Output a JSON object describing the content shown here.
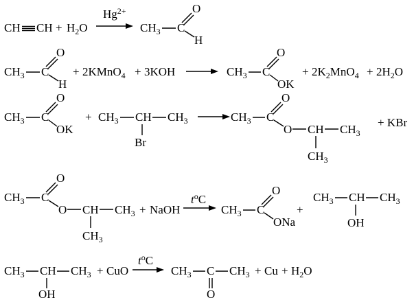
{
  "reactions": [
    {
      "r1": "CH",
      "r2": "CH",
      "plus1": "+",
      "r3": "H",
      "r3s": "2",
      "r3b": "O",
      "cat": "Hg",
      "catsup": "2+",
      "p1": "CH",
      "p1s": "3",
      "p1c": "C",
      "p1o": "O",
      "p1h": "H"
    },
    {
      "a1": "CH",
      "a1s": "3",
      "a1c": "C",
      "a1o": "O",
      "a1h": "H",
      "plus1": "+",
      "k1": "2KMnO",
      "k1s": "4",
      "plus2": "+",
      "k2": "3KOH",
      "b1": "CH",
      "b1s": "3",
      "b1c": "C",
      "b1o": "O",
      "b1ok": "OK",
      "plus3": "+",
      "k3a": "2K",
      "k3s1": "2",
      "k3b": "MnO",
      "k3s2": "4",
      "plus4": "+",
      "k4a": "2H",
      "k4s": "2",
      "k4b": "O"
    },
    {
      "a1": "CH",
      "a1s": "3",
      "a1c": "C",
      "a1o": "O",
      "a1ok": "OK",
      "plus1": "+",
      "c1": "CH",
      "c1s": "3",
      "c2": "CH",
      "c3": "CH",
      "c3s": "3",
      "br": "Br",
      "e1": "CH",
      "e1s": "3",
      "e1c": "C",
      "e1o": "O",
      "e1o2": "O",
      "e1ch": "CH",
      "e1ch3": "CH",
      "e1ch3s": "3",
      "e1m": "CH",
      "e1ms": "3",
      "plus2": "+ KBr"
    },
    {
      "a1": "CH",
      "a1s": "3",
      "a1c": "C",
      "a1o": "O",
      "a1o2": "O",
      "a1ch": "CH",
      "a1ch3": "CH",
      "a1ch3s": "3",
      "a1m": "CH",
      "a1ms": "3",
      "plus1": "+",
      "naoh": "NaOH",
      "cond": "t",
      "condsup": "o",
      "condc": "C",
      "p1": "CH",
      "p1s": "3",
      "p1c": "C",
      "p1o": "O",
      "p1ona": "ONa",
      "plus2": "+",
      "q1": "CH",
      "q1s": "3",
      "q2": "CH",
      "q3": "CH",
      "q3s": "3",
      "oh": "OH"
    },
    {
      "a1": "CH",
      "a1s": "3",
      "a2": "CH",
      "a3": "CH",
      "a3s": "3",
      "oh": "OH",
      "plus1": "+",
      "cuo": "CuO",
      "cond": "t",
      "condsup": "o",
      "condc": "C",
      "p1": "CH",
      "p1s": "3",
      "p1c": "C",
      "p1ch": "CH",
      "p1chs": "3",
      "p1o": "O",
      "plus2": "+",
      "cu": "Cu",
      "plus3": "+",
      "w1": "H",
      "w1s": "2",
      "w1b": "O"
    }
  ]
}
